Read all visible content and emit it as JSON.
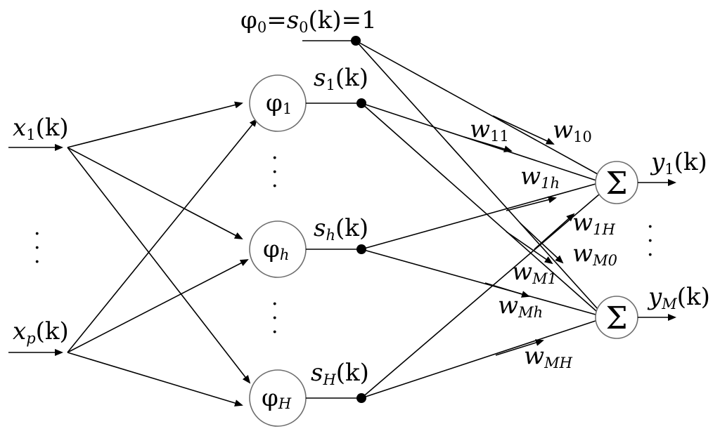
{
  "inputs": {
    "x1": {
      "base": "x",
      "sub": "1",
      "arg": "(k)"
    },
    "xp": {
      "base": "x",
      "sub": "p",
      "arg": "(k)"
    }
  },
  "bias": {
    "text_phi": "φ",
    "sub0": "0",
    "eq1": "=",
    "s": "s",
    "sub0b": "0",
    "arg": "(k)",
    "eq2": "=1"
  },
  "hidden": {
    "phi1": {
      "sym": "φ",
      "sub": "1"
    },
    "phih": {
      "sym": "φ",
      "sub": "h"
    },
    "phiH": {
      "sym": "φ",
      "sub": "H"
    }
  },
  "hidden_outputs": {
    "s1": {
      "base": "s",
      "sub": "1",
      "arg": "(k)"
    },
    "sh": {
      "base": "s",
      "sub": "h",
      "arg": "(k)"
    },
    "sH": {
      "base": "s",
      "sub": "H",
      "arg": "(k)"
    }
  },
  "sum_symbol": "Σ",
  "outputs": {
    "y1": {
      "base": "y",
      "sub": "1",
      "arg": "(k)"
    },
    "yM": {
      "base": "y",
      "sub": "M",
      "arg": "(k)"
    }
  },
  "weights": {
    "w11": {
      "base": "w",
      "sub": "11"
    },
    "w10": {
      "base": "w",
      "sub": "10"
    },
    "w1h": {
      "base": "w",
      "sub": "1h"
    },
    "w1H": {
      "base": "w",
      "sub": "1H"
    },
    "wM0": {
      "base": "w",
      "sub": "M0"
    },
    "wM1": {
      "base": "w",
      "sub": "M1"
    },
    "wMh": {
      "base": "w",
      "sub": "Mh"
    },
    "wMH": {
      "base": "w",
      "sub": "MH"
    }
  },
  "ellipsis": "·"
}
